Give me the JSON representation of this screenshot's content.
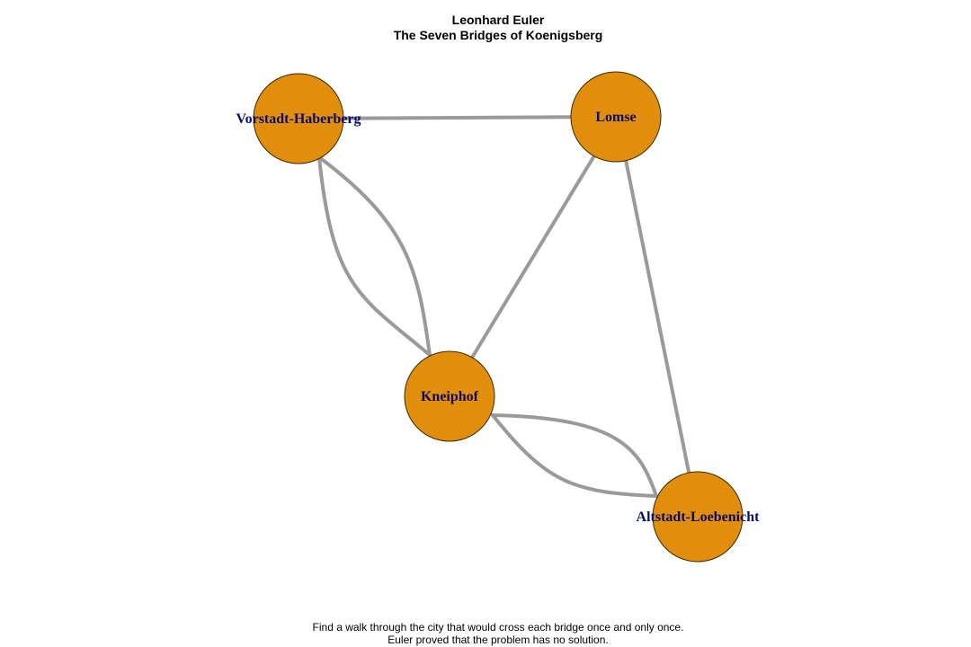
{
  "title": {
    "line1": "Leonhard Euler",
    "line2": "The Seven Bridges of Koenigsberg"
  },
  "caption": {
    "line1": "Find a walk through the city that would cross each bridge once and only once.",
    "line2": "Euler proved that the problem has no solution."
  },
  "colors": {
    "node_fill": "#E08E0B",
    "edge": "#9A9A9A",
    "label": "#0B0B6B"
  },
  "graph": {
    "nodes": [
      {
        "id": "vorstadt",
        "label": "Vorstadt-Haberberg"
      },
      {
        "id": "lomse",
        "label": "Lomse"
      },
      {
        "id": "kneiphof",
        "label": "Kneiphof"
      },
      {
        "id": "altstadt",
        "label": "Altstadt-Loebenicht"
      }
    ],
    "edges": [
      {
        "id": "bridge-1",
        "from": "vorstadt",
        "to": "lomse"
      },
      {
        "id": "bridge-2",
        "from": "vorstadt",
        "to": "kneiphof"
      },
      {
        "id": "bridge-3",
        "from": "vorstadt",
        "to": "kneiphof"
      },
      {
        "id": "bridge-4",
        "from": "lomse",
        "to": "kneiphof"
      },
      {
        "id": "bridge-5",
        "from": "lomse",
        "to": "altstadt"
      },
      {
        "id": "bridge-6",
        "from": "kneiphof",
        "to": "altstadt"
      },
      {
        "id": "bridge-7",
        "from": "kneiphof",
        "to": "altstadt"
      }
    ]
  }
}
